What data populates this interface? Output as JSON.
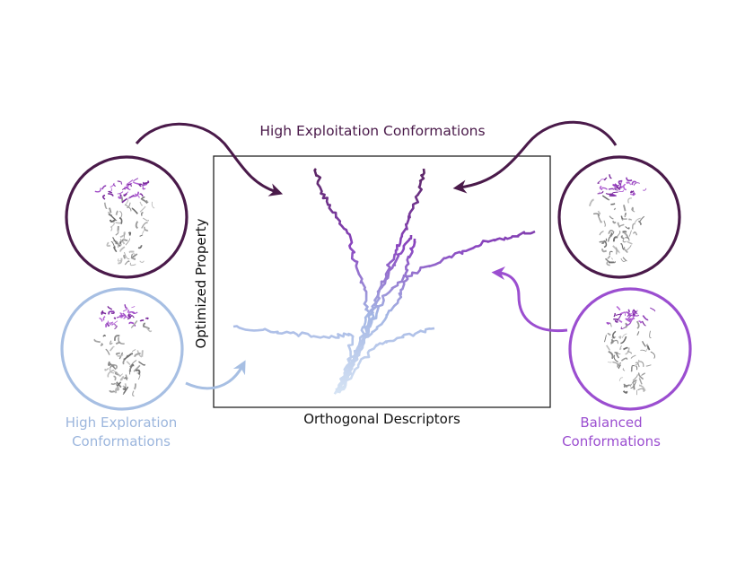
{
  "title": "High Exploitation Conformations",
  "axes": {
    "x_label": "Orthogonal Descriptors",
    "y_label": "Optimized Property"
  },
  "captions": {
    "left": [
      "High Exploration",
      "Conformations"
    ],
    "right": [
      "Balanced",
      "Conformations"
    ]
  },
  "colors": {
    "exploitation": "#4a1a4a",
    "exploration": "#a7bfe3",
    "balanced": "#9b4ed0",
    "frame": "#222222"
  },
  "icons": {
    "protein": "spike-protein-trimer-icon",
    "arrow": "curved-arrow-icon"
  }
}
